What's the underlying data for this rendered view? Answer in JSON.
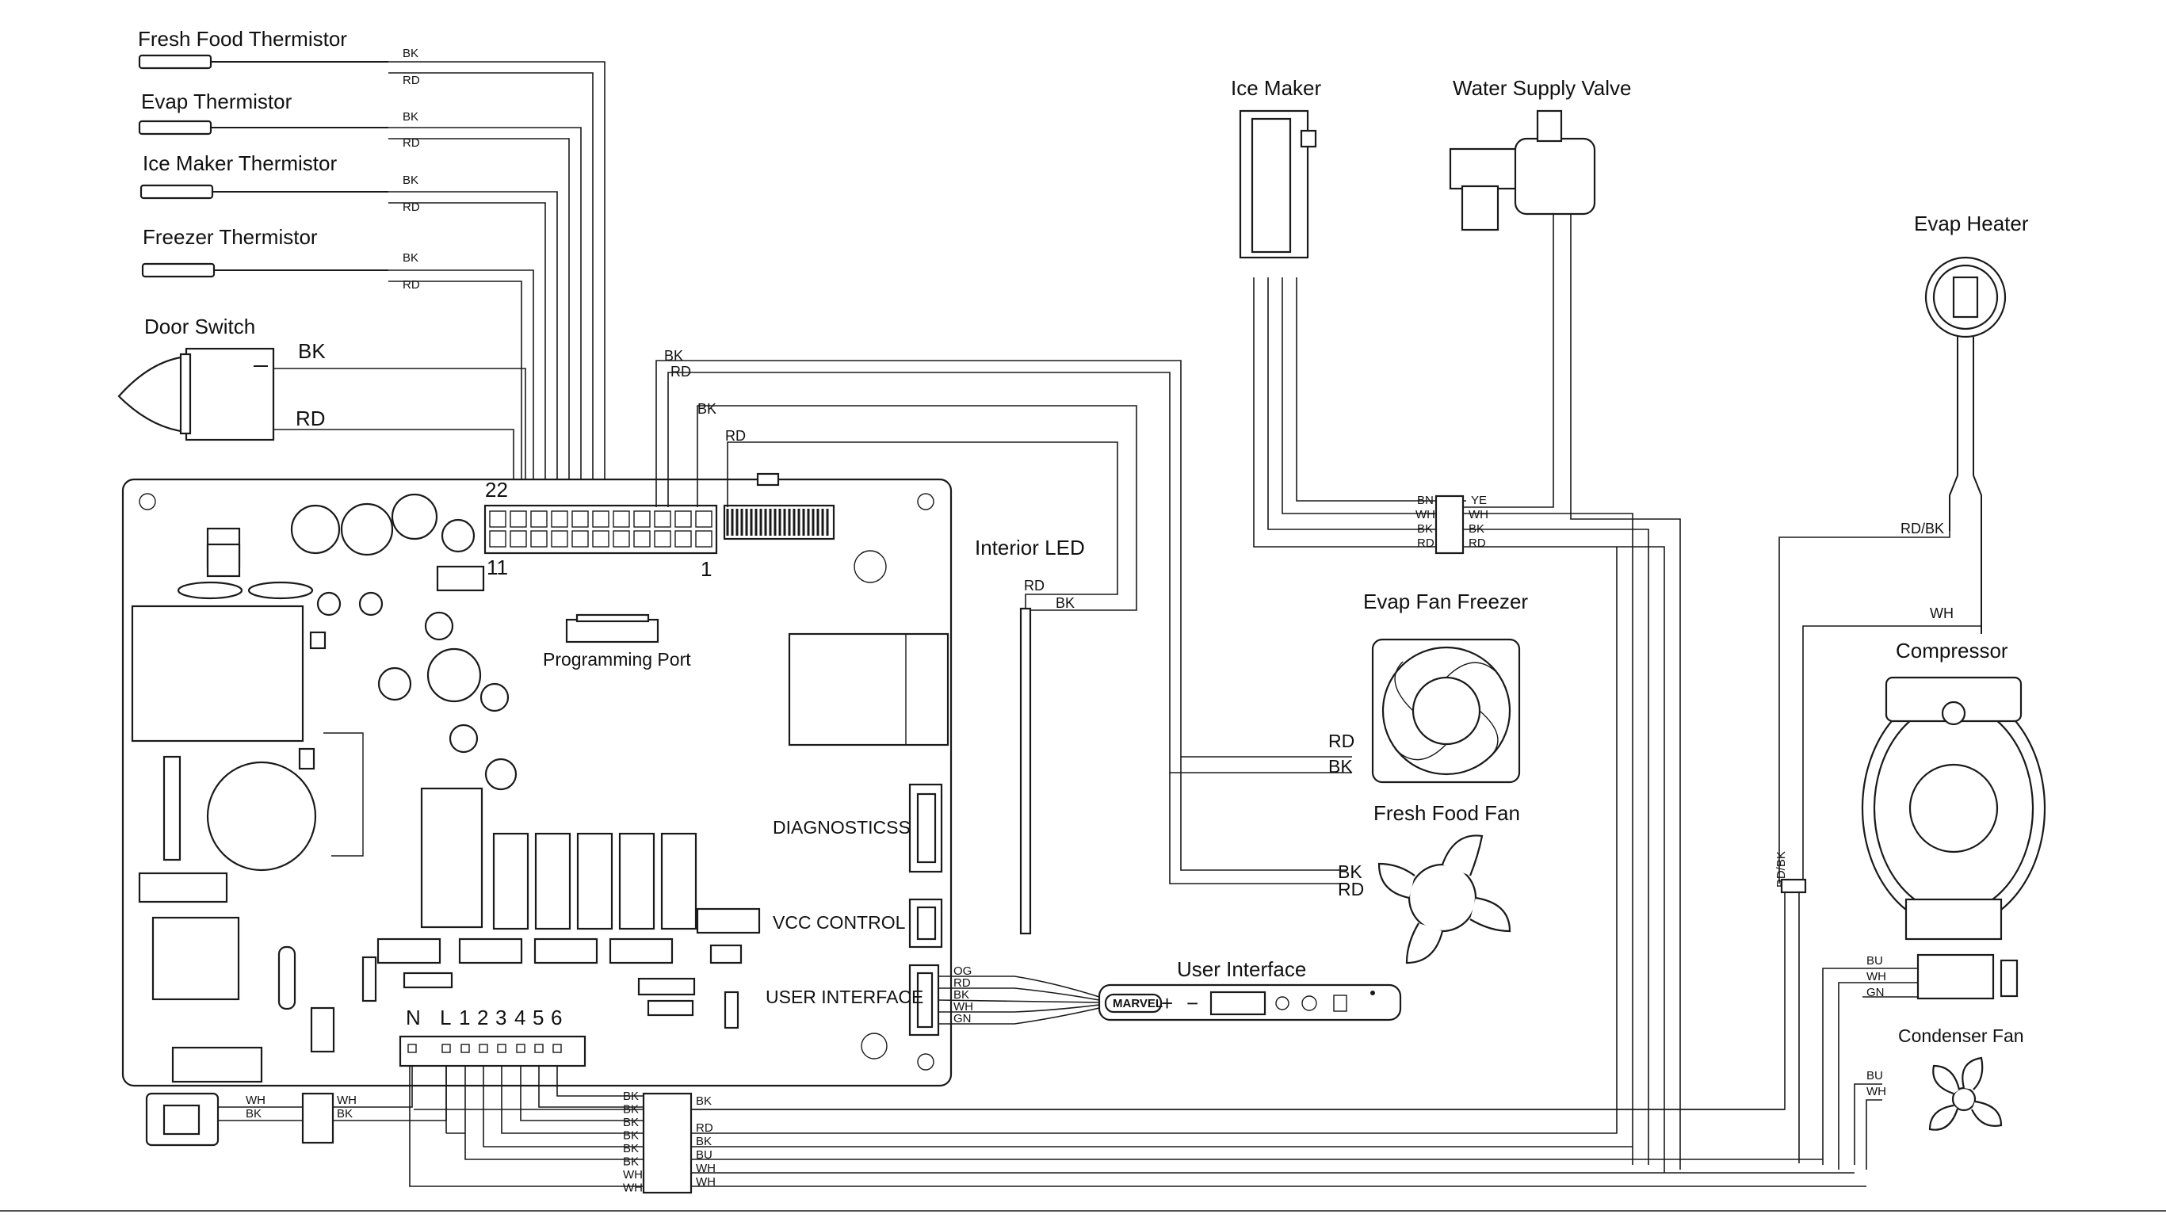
{
  "components": {
    "fresh_food_thermistor": "Fresh Food Thermistor",
    "evap_thermistor": "Evap Thermistor",
    "ice_maker_thermistor": "Ice Maker Thermistor",
    "freezer_thermistor": "Freezer  Thermistor",
    "door_switch": "Door Switch",
    "ice_maker": "Ice Maker",
    "water_supply_valve": "Water Supply Valve",
    "evap_heater": "Evap Heater",
    "interior_led": "Interior LED",
    "evap_fan_freezer": "Evap Fan Freezer",
    "fresh_food_fan": "Fresh Food Fan",
    "compressor": "Compressor",
    "user_interface": "User Interface",
    "condenser_fan": "Condenser Fan"
  },
  "board": {
    "programming_port": "Programming Port",
    "diagnostics": "DIAGNOSTICSS",
    "vcc_control": "VCC CONTROL",
    "user_interface_port": "USER INTERFACE",
    "pin_22": "22",
    "pin_11": "11",
    "pin_1": "1",
    "terminals": [
      "N",
      "L",
      "1",
      "2",
      "3",
      "4",
      "5",
      "6"
    ]
  },
  "wire_colors": {
    "bk": "BK",
    "rd": "RD",
    "wh": "WH",
    "bn": "BN",
    "ye": "YE",
    "og": "OG",
    "gn": "GN",
    "bu": "BU",
    "rd_bk": "RD/BK"
  },
  "ui_panel": {
    "brand": "MARVEL",
    "plus": "+",
    "minus": "−"
  },
  "harness_left": [
    "BK",
    "BK",
    "BK",
    "BK",
    "BK",
    "BK",
    "WH",
    "WH"
  ],
  "harness_right": [
    "BK",
    "RD",
    "BK",
    "BU",
    "WH",
    "WH"
  ],
  "colors": {
    "line": "#1a1a1a",
    "background": "#ffffff"
  }
}
